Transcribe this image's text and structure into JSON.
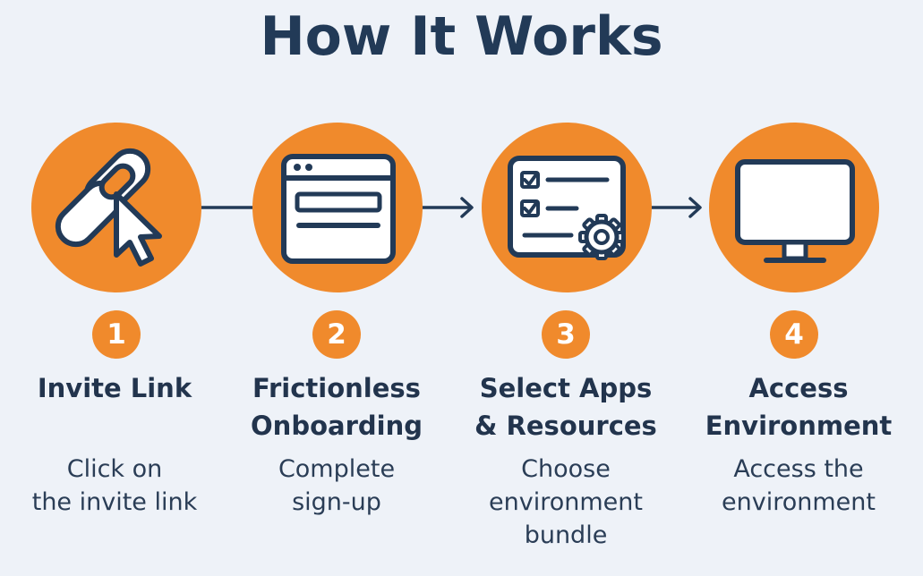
{
  "title": "How It Works",
  "colors": {
    "accent": "#f08a2c",
    "navy": "#223a57",
    "background": "#eef2f8"
  },
  "steps": [
    {
      "number": "1",
      "title": "Invite Link",
      "description": "Click on\nthe invite link",
      "icon": "link-cursor-icon"
    },
    {
      "number": "2",
      "title": "Frictionless\nOnboarding",
      "description": "Complete\nsign-up",
      "icon": "browser-window-icon"
    },
    {
      "number": "3",
      "title": "Select Apps\n& Resources",
      "description": "Choose\nenvironment\nbundle",
      "icon": "checklist-gear-icon"
    },
    {
      "number": "4",
      "title": "Access\nEnvironment",
      "description": "Access the\nenvironment",
      "icon": "monitor-icon"
    }
  ]
}
